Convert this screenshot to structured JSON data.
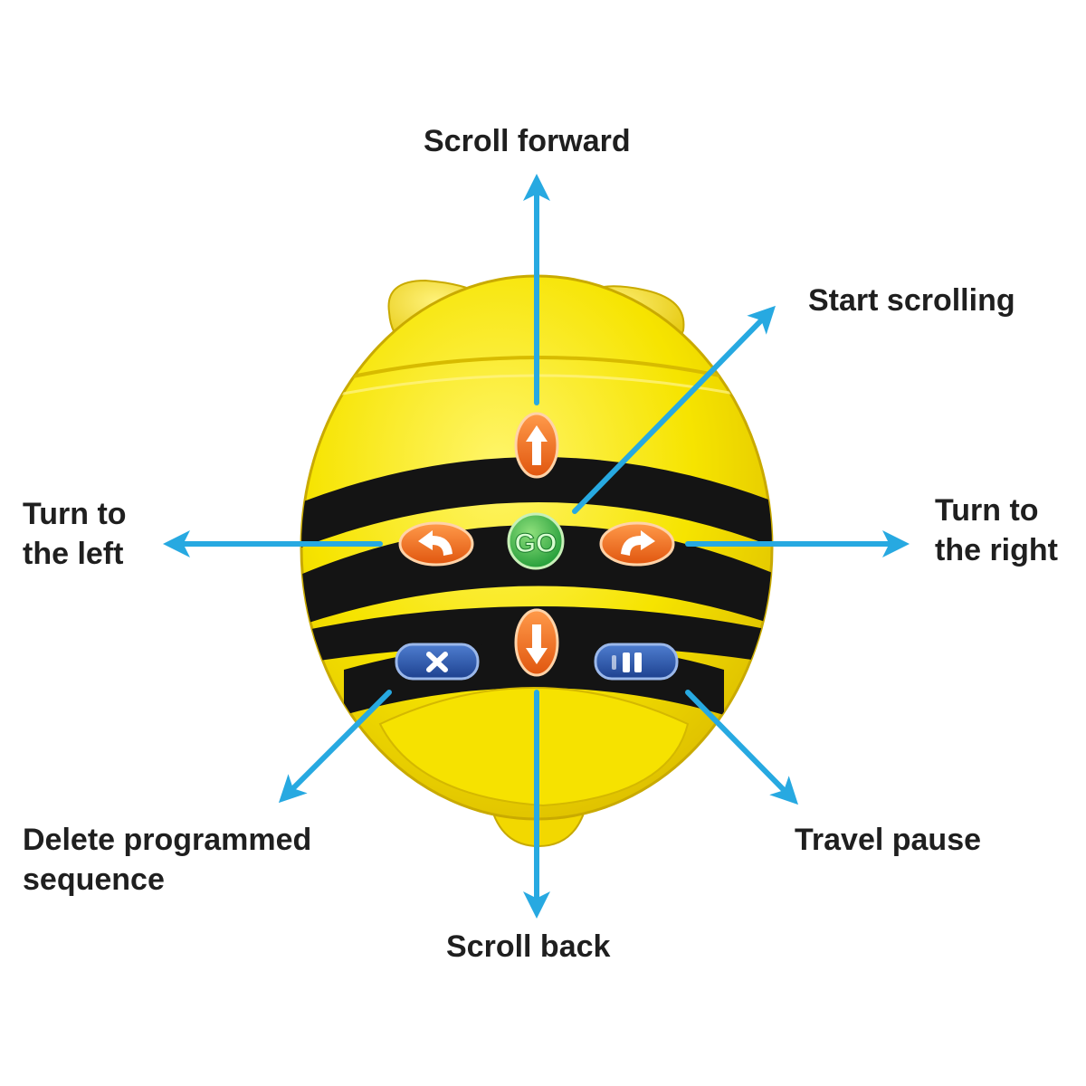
{
  "labels": {
    "scroll_forward": "Scroll forward",
    "start_scrolling": "Start scrolling",
    "turn_left": [
      "Turn to",
      "the left"
    ],
    "turn_right": [
      "Turn to",
      "the right"
    ],
    "delete_sequence": [
      "Delete programmed",
      "sequence"
    ],
    "travel_pause": "Travel pause",
    "scroll_back": "Scroll back"
  },
  "buttons": {
    "go": "GO",
    "forward_icon": "arrow-up-icon",
    "back_icon": "arrow-down-icon",
    "left_icon": "turn-left-icon",
    "right_icon": "turn-right-icon",
    "clear_icon": "x-icon",
    "pause_icon": "pause-icon"
  },
  "colors": {
    "arrow": "#27a9e1",
    "body_yellow": "#f4e000",
    "stripe": "#141414",
    "orange_button": "#f26f1f",
    "go_button": "#2fb34a",
    "blue_button": "#2a56a8",
    "label_text": "#1f1f1f"
  }
}
